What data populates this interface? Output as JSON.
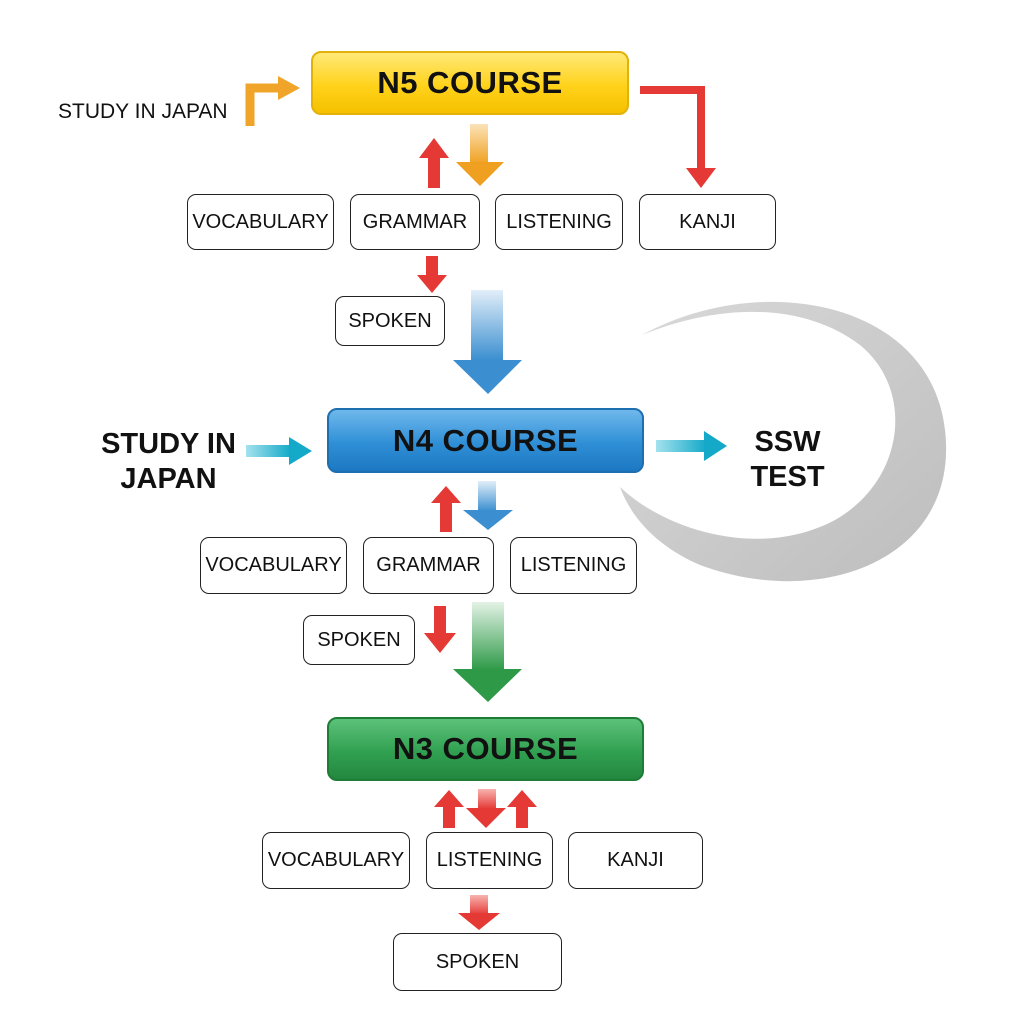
{
  "diagram": {
    "colors": {
      "n5": "#ffd21a",
      "n4": "#2f8fd6",
      "n3": "#31a051",
      "red_arrow": "#e53935",
      "orange_arrow": "#f0a52a",
      "teal_arrow": "#1fb0cc",
      "arc": "#c8c8c8"
    },
    "n5": {
      "title": "N5 COURSE",
      "entry_label": "STUDY IN JAPAN",
      "skills": [
        "VOCABULARY",
        "GRAMMAR",
        "LISTENING",
        "KANJI"
      ],
      "sub_skill": "SPOKEN"
    },
    "n4": {
      "title": "N4 COURSE",
      "entry_label_line1": "STUDY IN",
      "entry_label_line2": "JAPAN",
      "exit_label_line1": "SSW",
      "exit_label_line2": "TEST",
      "skills": [
        "VOCABULARY",
        "GRAMMAR",
        "LISTENING"
      ],
      "sub_skill": "SPOKEN"
    },
    "n3": {
      "title": "N3 COURSE",
      "skills": [
        "VOCABULARY",
        "LISTENING",
        "KANJI"
      ],
      "sub_skill": "SPOKEN"
    }
  }
}
